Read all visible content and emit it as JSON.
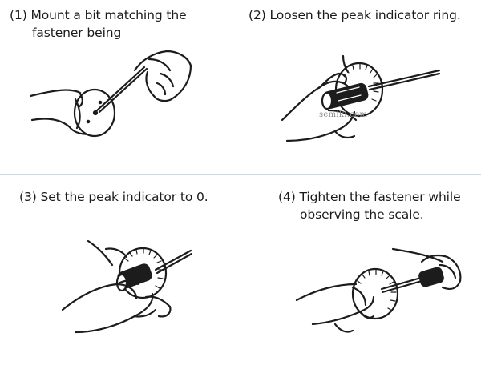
{
  "steps": [
    {
      "lines": [
        "(1) Mount a bit matching the",
        "fastener being"
      ]
    },
    {
      "lines": [
        "(2) Loosen the peak indicator ring."
      ]
    },
    {
      "lines": [
        "(3) Set the  peak indicator to 0."
      ]
    },
    {
      "lines": [
        "(4) Tighten the fastener while",
        "observing the scale."
      ]
    }
  ],
  "watermark": "semiki.com"
}
